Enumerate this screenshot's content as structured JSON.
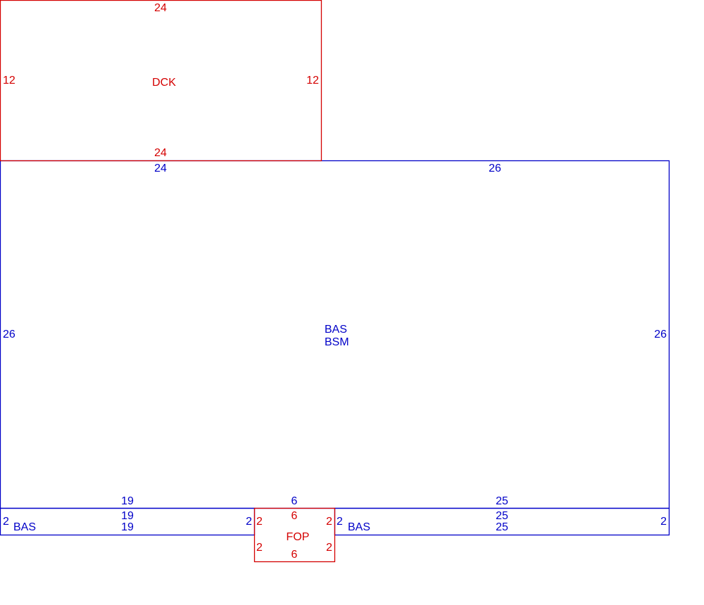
{
  "colors": {
    "blue": "#0000c8",
    "red": "#d40000",
    "background": "#ffffff"
  },
  "areas": {
    "deck": {
      "code": "DCK",
      "dims": {
        "top": "24",
        "bottom": "24",
        "left": "12",
        "right": "12"
      }
    },
    "main": {
      "code_1": "BAS",
      "code_2": "BSM",
      "dims": {
        "top_left": "24",
        "top_right": "26",
        "left": "26",
        "right": "26"
      }
    },
    "left_strip": {
      "code": "BAS",
      "dims": {
        "top_outer": "19",
        "top_inner": "19",
        "bottom": "19",
        "left": "2",
        "right": "2"
      }
    },
    "porch": {
      "code": "FOP",
      "dims": {
        "top_outer": "6",
        "top_inner": "6",
        "bottom": "6",
        "left_upper": "2",
        "left_lower": "2",
        "right_upper": "2",
        "right_lower": "2"
      }
    },
    "right_strip": {
      "code": "BAS",
      "dims": {
        "top_outer": "25",
        "top_inner": "25",
        "bottom": "25",
        "left": "2",
        "right": "2"
      }
    }
  }
}
